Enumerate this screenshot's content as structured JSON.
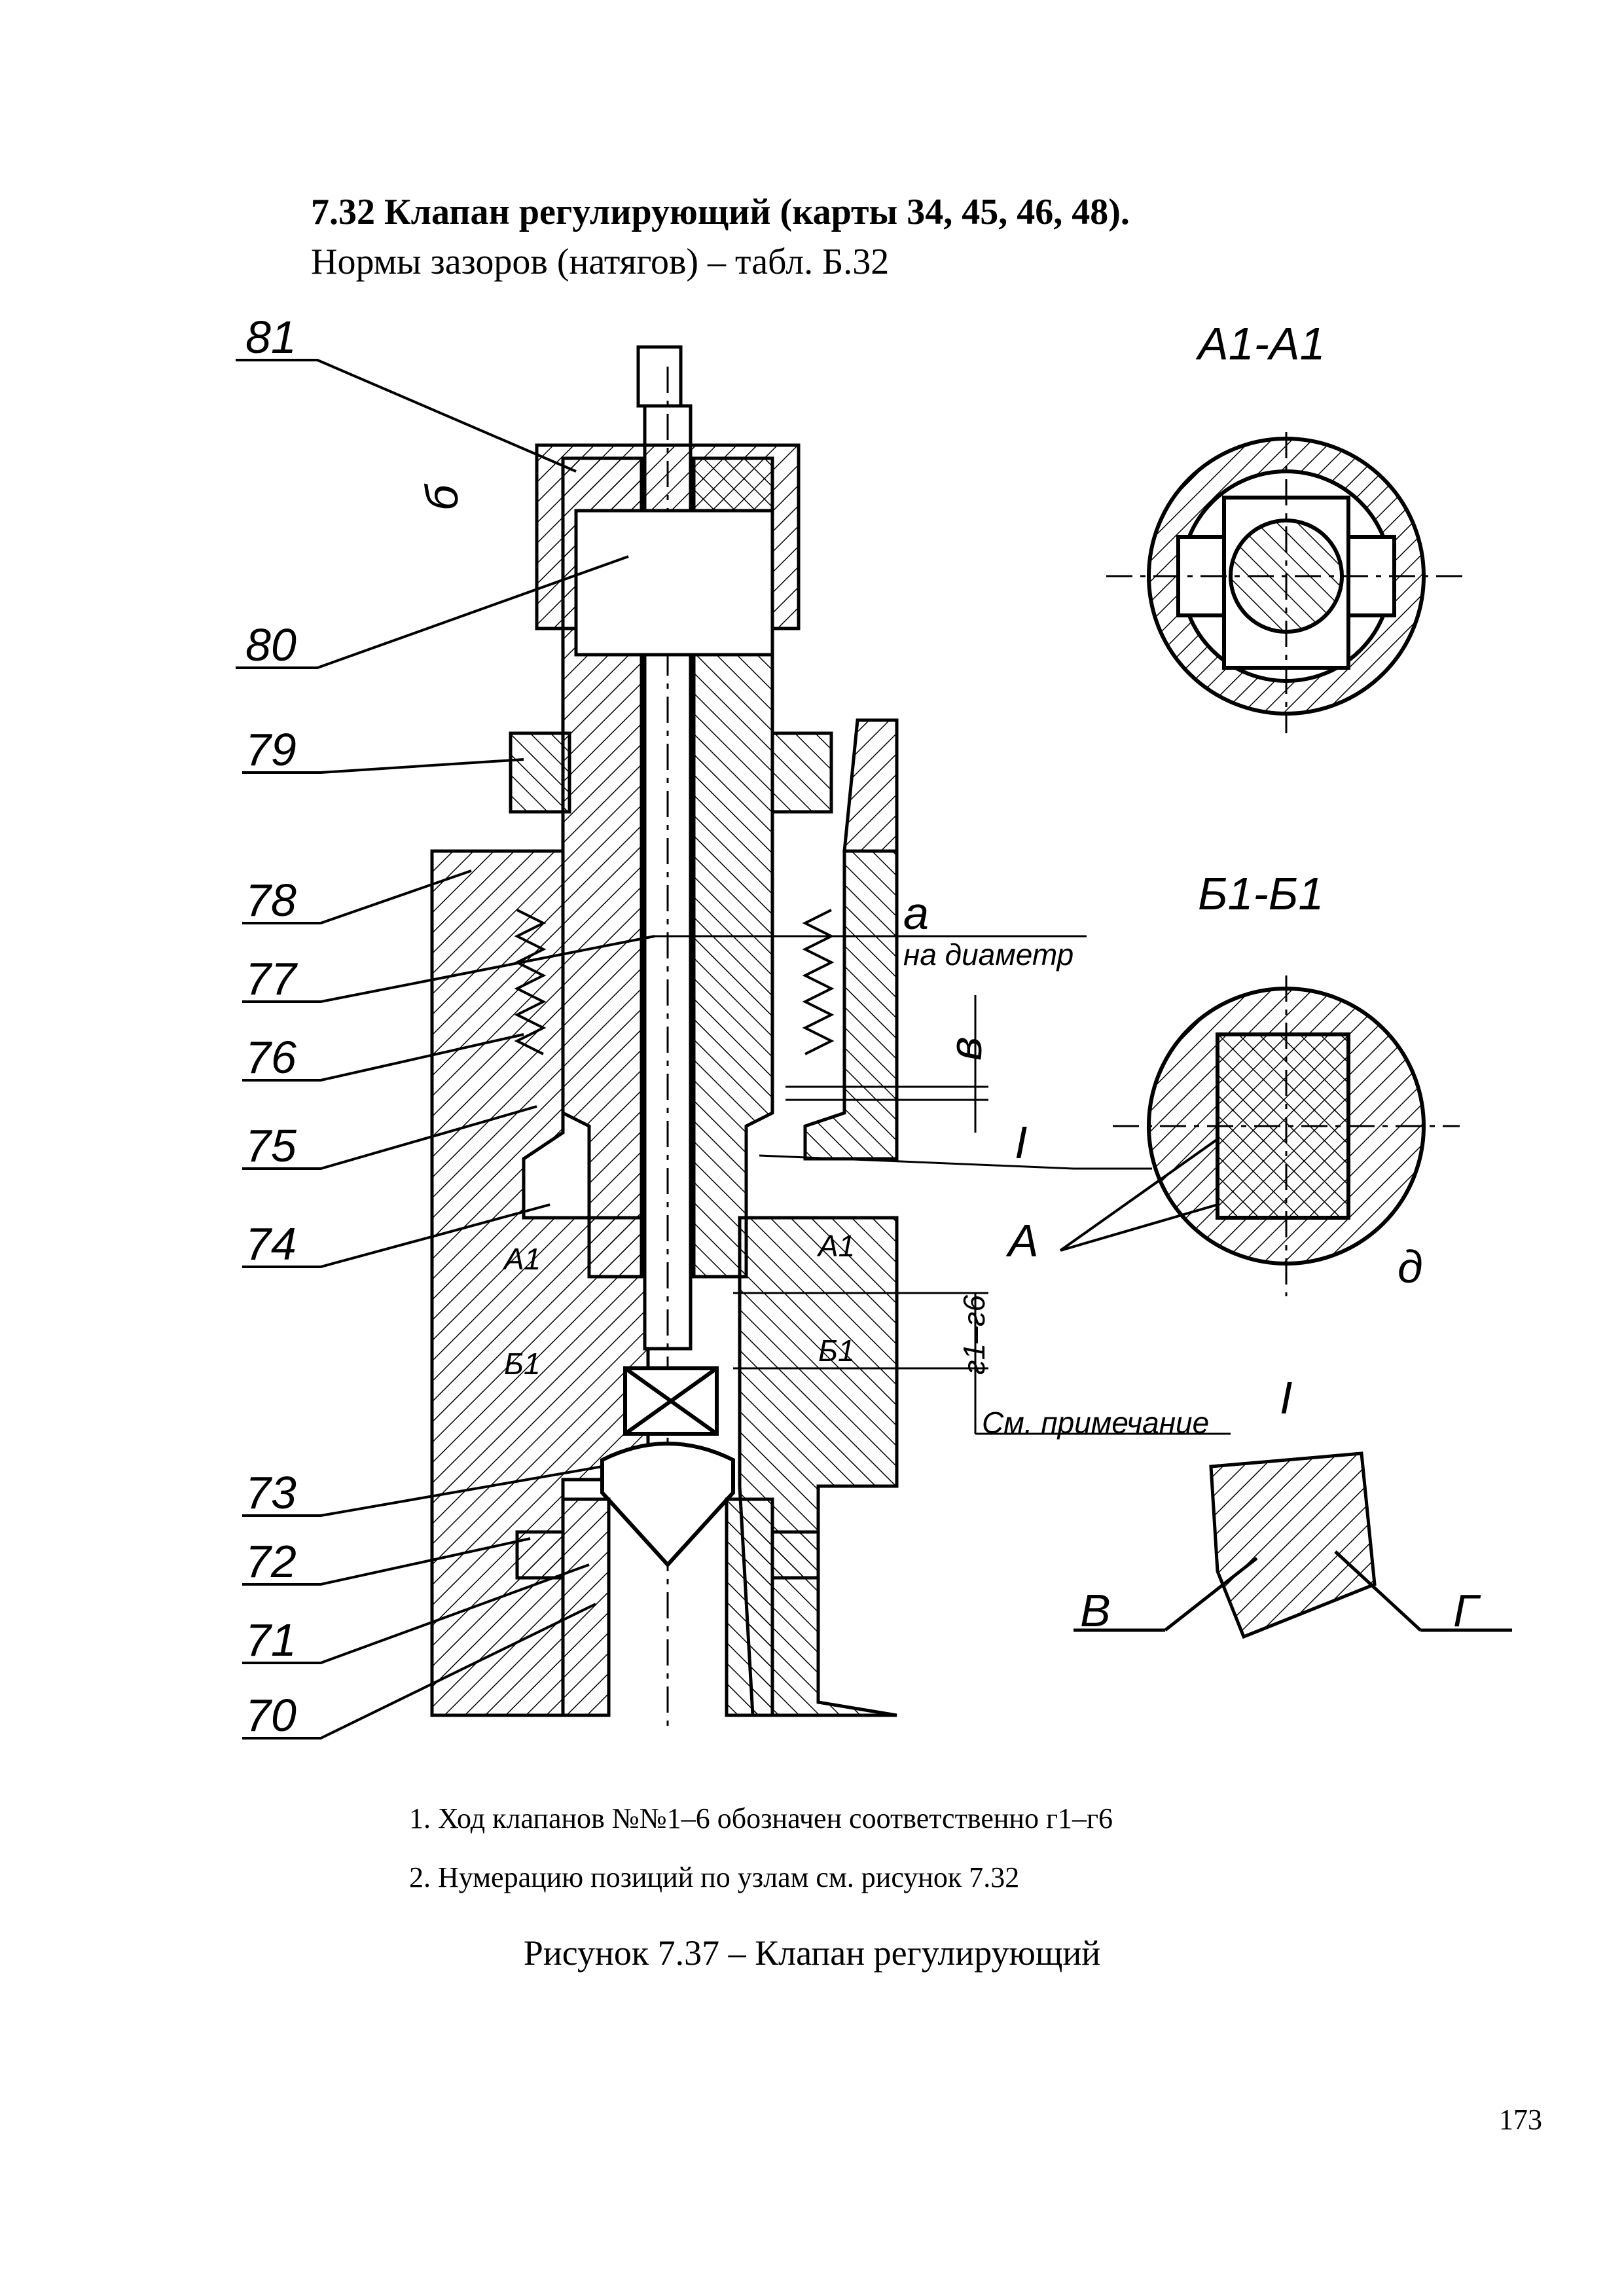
{
  "header": {
    "title": "7.32 Клапан регулирующий (карты 34, 45, 46, 48).",
    "subtitle": "Нормы зазоров (натягов) – табл. Б.32"
  },
  "drawing": {
    "positions": [
      "81",
      "80",
      "79",
      "78",
      "77",
      "76",
      "75",
      "74",
      "73",
      "72",
      "71",
      "70"
    ],
    "section_a": "А1-А1",
    "section_b": "Б1-Б1",
    "detail": "I",
    "dims": {
      "b": "б",
      "a": "а",
      "a_note": "на диаметр",
      "v": "в",
      "g": "г1–г6",
      "d": "д",
      "see_note": "См. примечание"
    },
    "markers": {
      "A": "А",
      "A1": "А1",
      "B1": "Б1",
      "V": "В",
      "G": "Г"
    }
  },
  "notes": [
    "1. Ход клапанов №№1–6 обозначен соответственно г1–г6",
    "2. Нумерацию позиций по узлам см. рисунок 7.32"
  ],
  "caption": "Рисунок 7.37 – Клапан регулирующий",
  "page_number": "173"
}
